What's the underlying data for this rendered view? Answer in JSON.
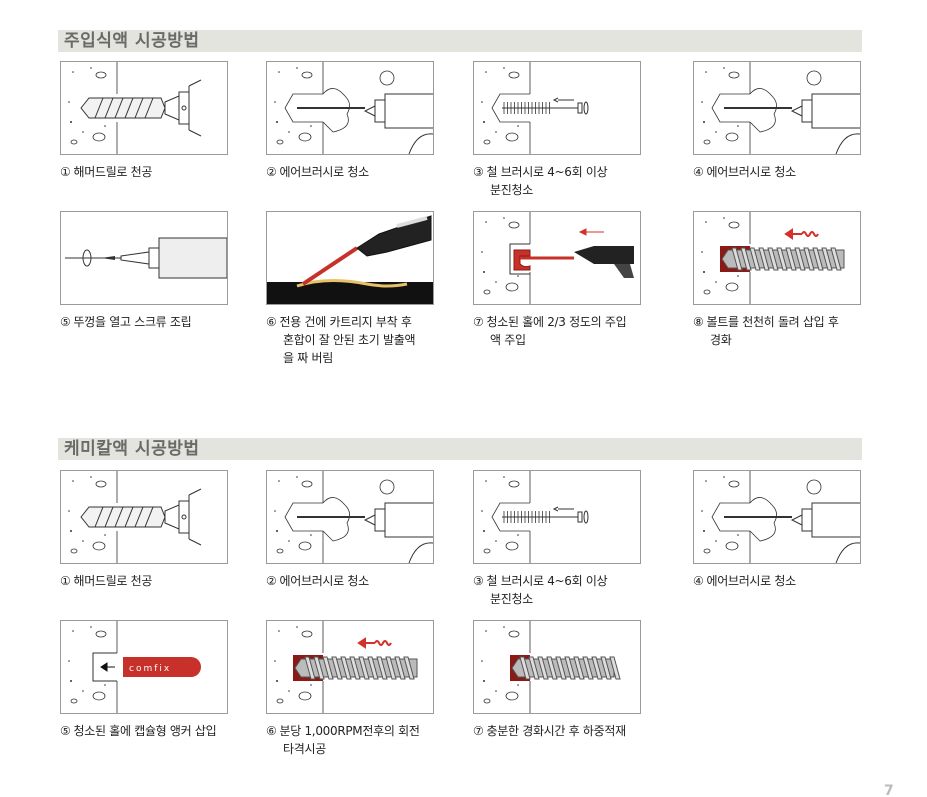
{
  "sections": [
    {
      "title": "주입식액 시공방법",
      "steps": [
        {
          "num": "①",
          "illustration": "hammer-drill",
          "lines": [
            "해머드릴로 천공"
          ]
        },
        {
          "num": "②",
          "illustration": "air-blow",
          "lines": [
            "에어브러시로 청소"
          ]
        },
        {
          "num": "③",
          "illustration": "steel-brush",
          "lines": [
            "철 브러시로 4~6회 이상",
            "분진청소"
          ]
        },
        {
          "num": "④",
          "illustration": "air-blow",
          "lines": [
            "에어브러시로 청소"
          ]
        },
        {
          "num": "⑤",
          "illustration": "cartridge-screw",
          "lines": [
            "뚜껑을 열고 스크류 조립"
          ]
        },
        {
          "num": "⑥",
          "illustration": "gun-discard",
          "lines": [
            "전용 건에 카트리지 부착 후",
            "혼합이 잘 안된 초기 발출액",
            "을 짜 버림"
          ]
        },
        {
          "num": "⑦",
          "illustration": "inject",
          "lines": [
            "청소된 홀에 2/3 정도의 주입",
            "액 주입"
          ]
        },
        {
          "num": "⑧",
          "illustration": "bolt-insert",
          "lines": [
            "볼트를 천천히 돌려 삽입 후",
            "경화"
          ]
        }
      ]
    },
    {
      "title": "케미칼액 시공방법",
      "steps": [
        {
          "num": "①",
          "illustration": "hammer-drill",
          "lines": [
            "해머드릴로 천공"
          ]
        },
        {
          "num": "②",
          "illustration": "air-blow",
          "lines": [
            "에어브러시로 청소"
          ]
        },
        {
          "num": "③",
          "illustration": "steel-brush",
          "lines": [
            "철 브러시로 4~6회 이상",
            "분진청소"
          ]
        },
        {
          "num": "④",
          "illustration": "air-blow",
          "lines": [
            "에어브러시로 청소"
          ]
        },
        {
          "num": "⑤",
          "illustration": "capsule",
          "capsule_label": "comfix",
          "lines": [
            "청소된 홀에 캡슐형 앵커 삽입"
          ]
        },
        {
          "num": "⑥",
          "illustration": "bolt-insert",
          "lines": [
            "분당 1,000RPM전후의 회전",
            "타격시공"
          ]
        },
        {
          "num": "⑦",
          "illustration": "bolt-cured",
          "lines": [
            "충분한 경화시간 후 하중적재"
          ]
        }
      ]
    }
  ],
  "colors": {
    "resin": "#c8302a",
    "resin_dark": "#8a1a16",
    "arrow": "#d2322b"
  },
  "page_number": "7"
}
